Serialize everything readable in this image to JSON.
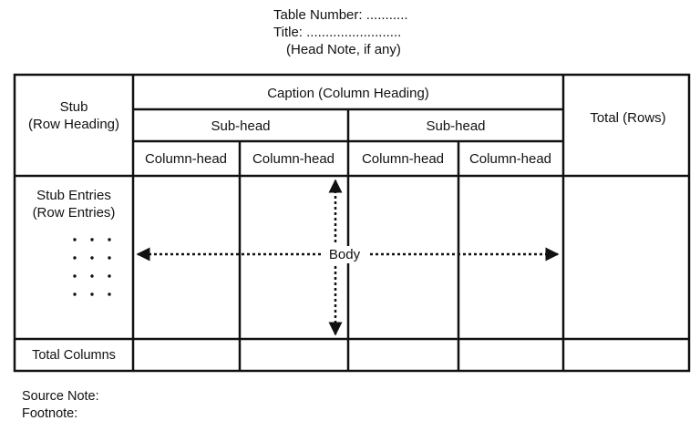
{
  "header": {
    "table_number": "Table Number: ...........",
    "title": "Title: .........................",
    "head_note": "(Head Note, if any)"
  },
  "table": {
    "stub_line1": "Stub",
    "stub_line2": "(Row Heading)",
    "caption": "Caption (Column Heading)",
    "subheads": [
      "Sub-head",
      "Sub-head"
    ],
    "column_heads": [
      "Column-head",
      "Column-head",
      "Column-head",
      "Column-head"
    ],
    "total_rows": "Total (Rows)",
    "stub_entries_line1": "Stub Entries",
    "stub_entries_line2": "(Row Entries)",
    "body_label": "Body",
    "total_columns": "Total Columns"
  },
  "footer": {
    "source_note": "Source Note:",
    "footnote": "Footnote:"
  }
}
